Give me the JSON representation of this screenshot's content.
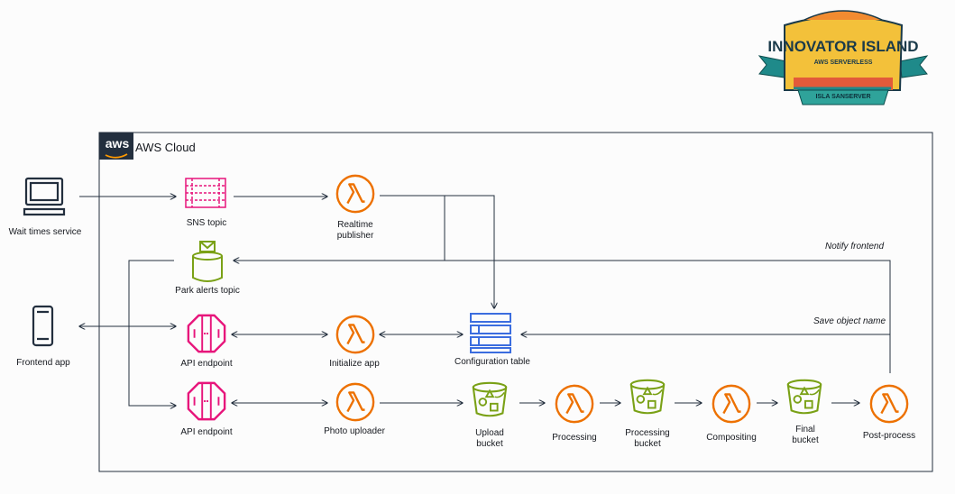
{
  "cloud": {
    "title": "AWS Cloud",
    "badge": "aws"
  },
  "logo": {
    "title": "INNOVATOR ISLAND",
    "subtitle": "AWS SERVERLESS",
    "footer": "ISLA SANSERVER"
  },
  "nodes": {
    "wait_times": "Wait times service",
    "frontend_app": "Frontend app",
    "sns_topic": "SNS topic",
    "realtime_publisher_1": "Realtime",
    "realtime_publisher_2": "publisher",
    "park_alerts": "Park alerts topic",
    "api_endpoint_1": "API endpoint",
    "initialize_app": "Initialize app",
    "config_table": "Configuration table",
    "api_endpoint_2": "API endpoint",
    "photo_uploader": "Photo uploader",
    "upload_bucket_1": "Upload",
    "upload_bucket_2": "bucket",
    "processing": "Processing",
    "processing_bucket_1": "Processing",
    "processing_bucket_2": "bucket",
    "compositing": "Compositing",
    "final_bucket_1": "Final",
    "final_bucket_2": "bucket",
    "post_process": "Post-process"
  },
  "annotations": {
    "notify_frontend": "Notify frontend",
    "save_object_name": "Save object name"
  },
  "colors": {
    "lambda": "#ed7100",
    "sns": "#e7157b",
    "api": "#e7157b",
    "s3": "#7aa116",
    "dynamodb": "#2e73b8",
    "aws_badge": "#232f3e"
  }
}
